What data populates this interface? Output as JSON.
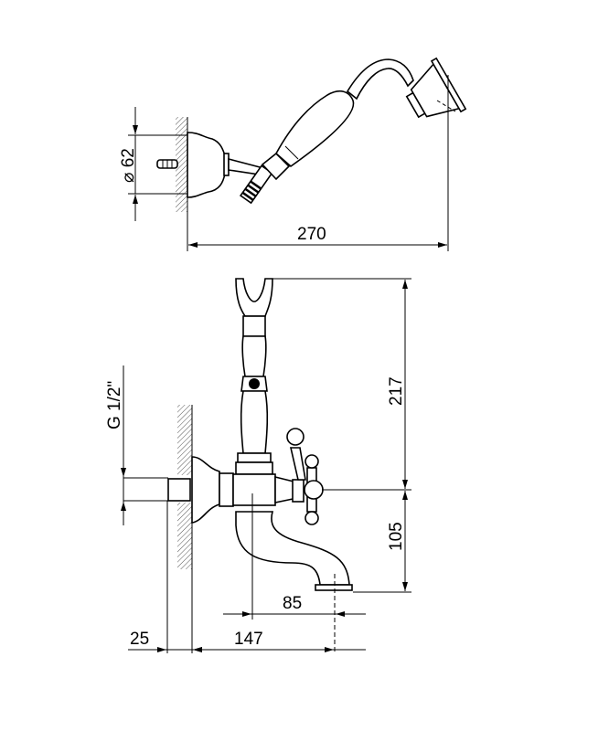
{
  "top_view": {
    "diameter_label": "⌀ 62",
    "width_label": "270"
  },
  "front_view": {
    "thread_label": "G 1/2\"",
    "height_total_label": "217",
    "spout_height_label": "105",
    "spout_reach_label": "85",
    "projection_label": "147",
    "wall_offset_label": "25"
  }
}
